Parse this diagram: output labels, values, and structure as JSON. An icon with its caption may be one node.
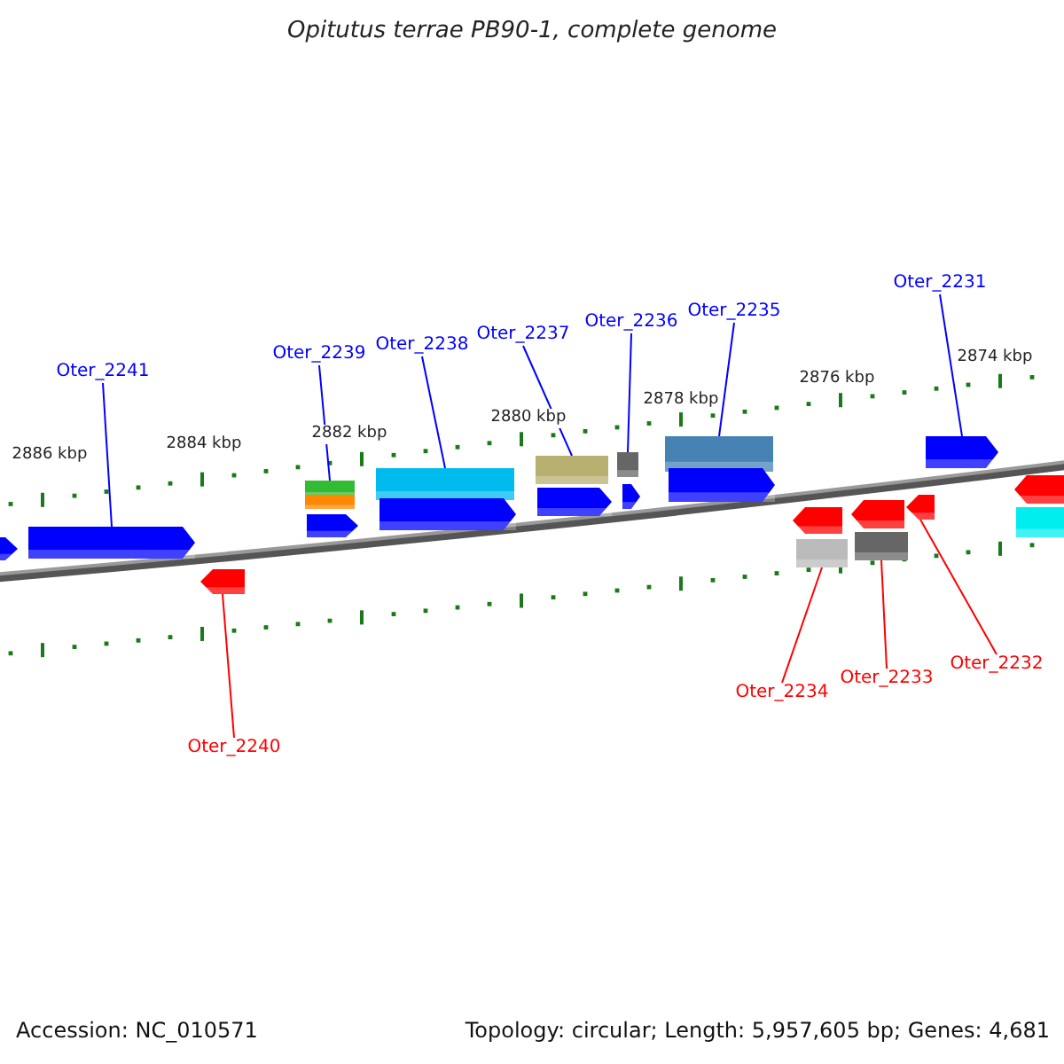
{
  "diagram": {
    "title": "Opitutus terrae PB90-1, complete genome",
    "nodes": [
      {
        "text": [
          "Oter_2241"
        ]
      },
      {
        "text": [
          "Oter_2239"
        ]
      },
      {
        "text": [
          "Oter_2238"
        ]
      },
      {
        "text": [
          "Oter_2237"
        ]
      },
      {
        "text": [
          "Oter_2236"
        ]
      },
      {
        "text": [
          "Oter_2235"
        ]
      },
      {
        "text": [
          "Oter_2231"
        ]
      },
      {
        "text": [],
        "shape": "arrow"
      },
      {
        "text": [],
        "shape": "arrow"
      },
      {
        "text": [],
        "shape": "arrow"
      },
      {
        "text": [],
        "shape": "box"
      },
      {
        "text": [],
        "shape": "box"
      },
      {
        "text": [],
        "shape": "arrow"
      },
      {
        "text": [],
        "shape": "box"
      },
      {
        "text": [],
        "shape": "arrow"
      },
      {
        "text": [],
        "shape": "box"
      },
      {
        "text": [],
        "shape": "arrow"
      },
      {
        "text": [],
        "shape": "box"
      },
      {
        "text": [],
        "shape": "arrow"
      },
      {
        "text": [],
        "shape": "box"
      },
      {
        "text": [],
        "shape": "arrow"
      },
      {
        "text": [],
        "shape": "arrow"
      },
      {
        "text": [],
        "shape": "box"
      },
      {
        "text": [],
        "shape": "arrow"
      },
      {
        "text": [],
        "shape": "box"
      },
      {
        "text": [],
        "shape": "arrow"
      },
      {
        "text": [],
        "shape": "arrow"
      },
      {
        "text": [],
        "shape": "arrow"
      },
      {
        "text": [],
        "shape": "box"
      },
      {
        "text": [
          "Oter_2240"
        ]
      },
      {
        "text": [
          "Oter_2234"
        ]
      },
      {
        "text": [
          "Oter_2233"
        ]
      },
      {
        "text": [
          "Oter_2232"
        ]
      }
    ],
    "edges": [
      {
        "from": 0,
        "to": 8,
        "arrow": "none"
      },
      {
        "from": 1,
        "to": 10,
        "arrow": "none"
      },
      {
        "from": 2,
        "to": 13,
        "arrow": "none"
      },
      {
        "from": 3,
        "to": 15,
        "arrow": "none"
      },
      {
        "from": 4,
        "to": 17,
        "arrow": "none"
      },
      {
        "from": 5,
        "to": 19,
        "arrow": "none"
      },
      {
        "from": 6,
        "to": 26,
        "arrow": "none"
      },
      {
        "from": 29,
        "to": 9,
        "arrow": "none",
        "color": "#ff0000"
      },
      {
        "from": 30,
        "to": 22,
        "arrow": "none",
        "color": "#ff0000"
      },
      {
        "from": 31,
        "to": 24,
        "arrow": "none",
        "color": "#ff0000"
      },
      {
        "from": 32,
        "to": 25,
        "arrow": "none",
        "color": "#ff0000"
      }
    ],
    "labels": [
      "2886 kbp",
      "2884 kbp",
      "2882 kbp",
      "2880 kbp",
      "2878 kbp",
      "2876 kbp",
      "2874 kbp",
      "Accession: NC_010571",
      "Topology: circular; Length: 5,957,605 bp; Genes: 4,681"
    ]
  }
}
